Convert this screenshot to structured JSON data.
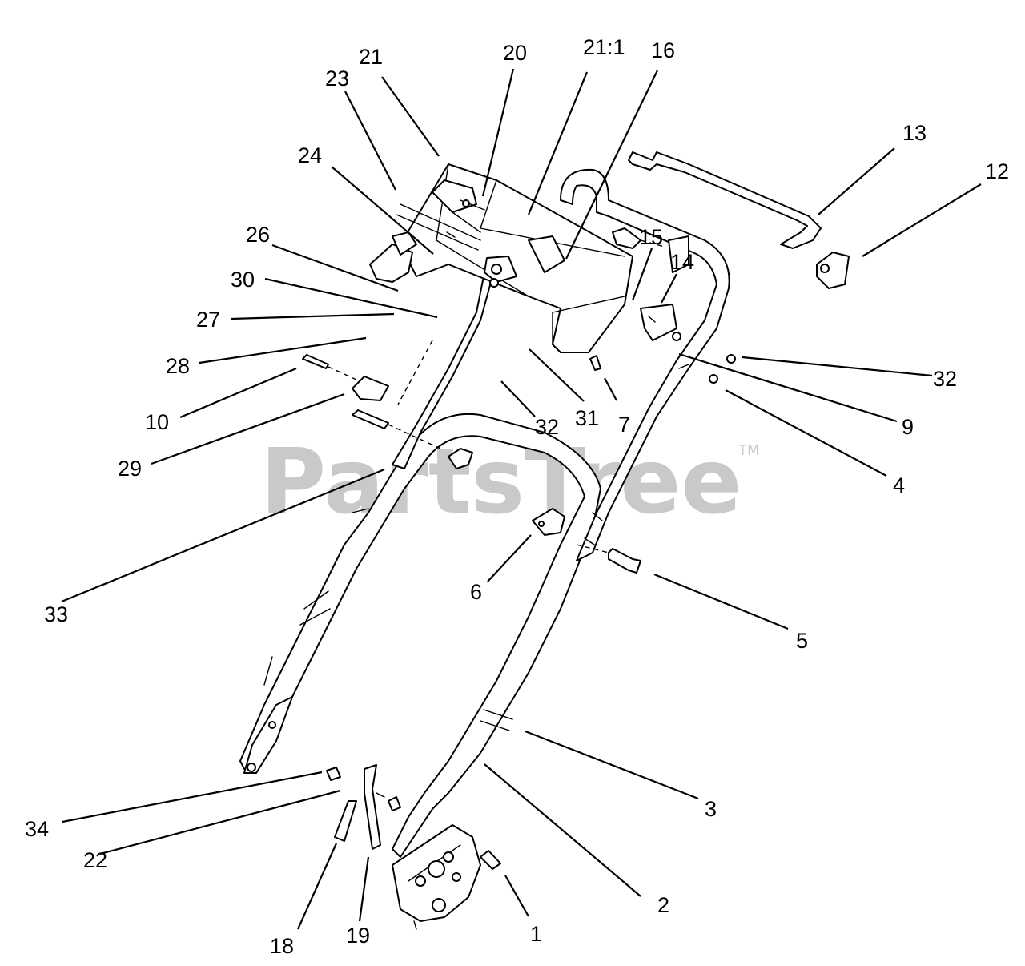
{
  "watermark": {
    "text": "PartsTree",
    "trademark": "TM"
  },
  "callouts": [
    {
      "id": "21",
      "text": "21"
    },
    {
      "id": "20",
      "text": "20"
    },
    {
      "id": "21-1",
      "text": "21:1"
    },
    {
      "id": "16",
      "text": "16"
    },
    {
      "id": "23",
      "text": "23"
    },
    {
      "id": "13",
      "text": "13"
    },
    {
      "id": "12",
      "text": "12"
    },
    {
      "id": "24",
      "text": "24"
    },
    {
      "id": "26",
      "text": "26"
    },
    {
      "id": "15",
      "text": "15"
    },
    {
      "id": "14",
      "text": "14"
    },
    {
      "id": "30",
      "text": "30"
    },
    {
      "id": "27",
      "text": "27"
    },
    {
      "id": "28",
      "text": "28"
    },
    {
      "id": "32a",
      "text": "32"
    },
    {
      "id": "10",
      "text": "10"
    },
    {
      "id": "31",
      "text": "31"
    },
    {
      "id": "7",
      "text": "7"
    },
    {
      "id": "32b",
      "text": "32"
    },
    {
      "id": "9",
      "text": "9"
    },
    {
      "id": "29",
      "text": "29"
    },
    {
      "id": "4",
      "text": "4"
    },
    {
      "id": "6",
      "text": "6"
    },
    {
      "id": "33",
      "text": "33"
    },
    {
      "id": "5",
      "text": "5"
    },
    {
      "id": "3",
      "text": "3"
    },
    {
      "id": "34",
      "text": "34"
    },
    {
      "id": "22",
      "text": "22"
    },
    {
      "id": "2",
      "text": "2"
    },
    {
      "id": "1",
      "text": "1"
    },
    {
      "id": "19",
      "text": "19"
    },
    {
      "id": "18",
      "text": "18"
    }
  ]
}
